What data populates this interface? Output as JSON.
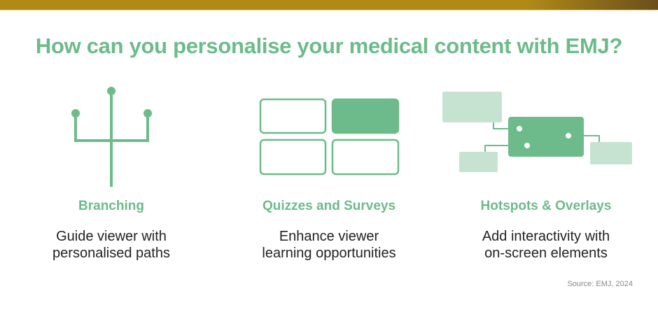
{
  "title": "How can you personalise your medical content with EMJ?",
  "colors": {
    "accent": "#6dbb8a",
    "light": "#c6e3d2",
    "bar": "#b08a17"
  },
  "features": [
    {
      "label": "Branching",
      "desc1": "Guide viewer with",
      "desc2": "personalised paths",
      "icon": "branching-icon"
    },
    {
      "label": "Quizzes and Surveys",
      "desc1": "Enhance viewer",
      "desc2": "learning opportunities",
      "icon": "quiz-grid-icon"
    },
    {
      "label": "Hotspots & Overlays",
      "desc1": "Add interactivity with",
      "desc2": "on-screen elements",
      "icon": "hotspot-icon"
    }
  ],
  "source": "Source: EMJ, 2024"
}
